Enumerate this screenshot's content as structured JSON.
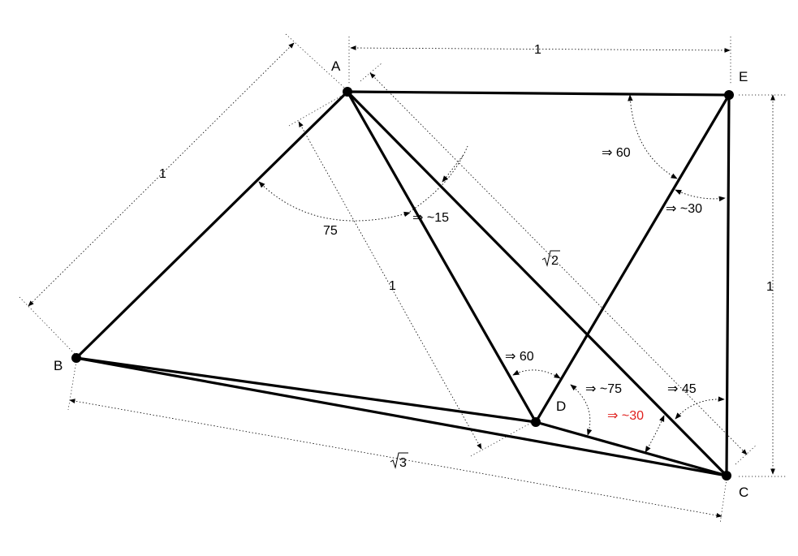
{
  "points": {
    "A": "A",
    "B": "B",
    "C": "C",
    "D": "D",
    "E": "E"
  },
  "lengths": {
    "AB": "1",
    "AE": "1",
    "EC": "1",
    "AD": "1",
    "AC_sqrt": "2",
    "BC_sqrt": "3"
  },
  "angles": {
    "BAD": "75",
    "DAC": "⇒ ~15",
    "AED": "⇒ 60",
    "DEC": "⇒ ~30",
    "ADE": "⇒ 60",
    "EDC": "⇒ ~75",
    "ECA": "⇒ 45",
    "DCB": "⇒ ~30"
  },
  "colors": {
    "line": "#000000",
    "highlight": "#e0201e",
    "background": "#ffffff"
  }
}
